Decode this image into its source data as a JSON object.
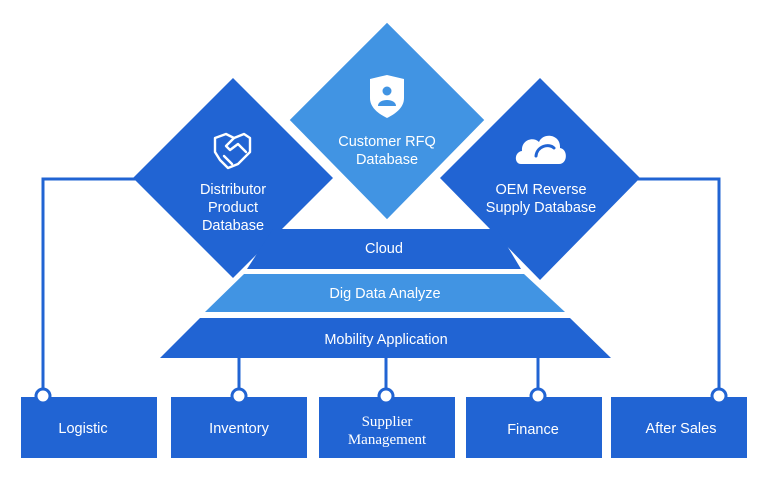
{
  "colors": {
    "dark_blue": "#2164d3",
    "light_blue": "#4194e3",
    "white": "#ffffff"
  },
  "databases": [
    {
      "id": "distributor",
      "lines": [
        "Distributor",
        "Product",
        "Database"
      ],
      "icon": "handshake-icon"
    },
    {
      "id": "customer-rfq",
      "lines": [
        "Customer RFQ",
        "Database"
      ],
      "icon": "shield-user-icon"
    },
    {
      "id": "oem-reverse",
      "lines": [
        "OEM Reverse",
        "Supply Database"
      ],
      "icon": "cloud-icon"
    }
  ],
  "layers": [
    {
      "id": "cloud",
      "label": "Cloud"
    },
    {
      "id": "dig-data",
      "label": "Dig Data Analyze"
    },
    {
      "id": "mobility",
      "label": "Mobility Application"
    }
  ],
  "modules": [
    {
      "id": "logistic",
      "lines": [
        "Logistic"
      ]
    },
    {
      "id": "inventory",
      "lines": [
        "Inventory"
      ]
    },
    {
      "id": "supplier-management",
      "lines": [
        "Supplier",
        "Management"
      ]
    },
    {
      "id": "finance",
      "lines": [
        "Finance"
      ]
    },
    {
      "id": "after-sales",
      "lines": [
        "After Sales"
      ]
    }
  ]
}
